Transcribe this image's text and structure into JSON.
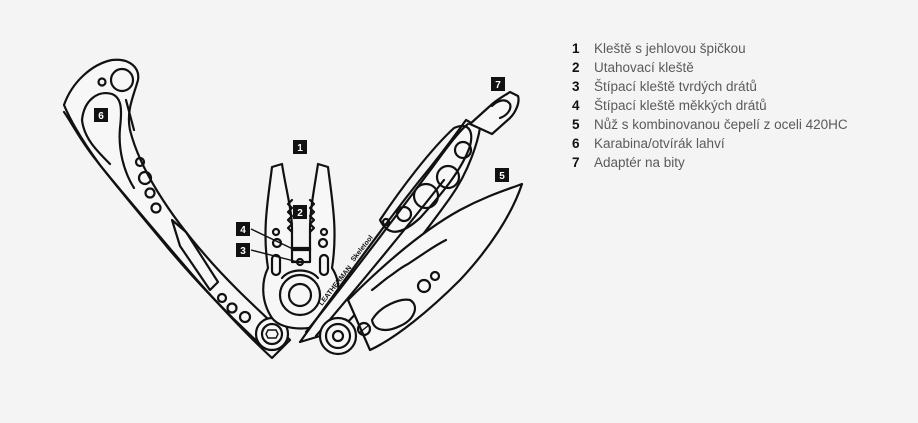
{
  "diagram": {
    "subject": "Leatherman Skeletool multi-tool",
    "brand_text": "LEATHERMAN",
    "model_text": "Skeletool",
    "callouts": [
      {
        "id": "1",
        "label": "1"
      },
      {
        "id": "2",
        "label": "2"
      },
      {
        "id": "3",
        "label": "3"
      },
      {
        "id": "4",
        "label": "4"
      },
      {
        "id": "5",
        "label": "5"
      },
      {
        "id": "6",
        "label": "6"
      },
      {
        "id": "7",
        "label": "7"
      }
    ]
  },
  "legend": {
    "items": [
      {
        "num": "1",
        "text": "Kleště s jehlovou špičkou"
      },
      {
        "num": "2",
        "text": "Utahovací kleště"
      },
      {
        "num": "3",
        "text": "Štípací kleště tvrdých drátů"
      },
      {
        "num": "4",
        "text": "Štípací kleště měkkých drátů"
      },
      {
        "num": "5",
        "text": "Nůž s kombinovanou čepelí z oceli 420HC"
      },
      {
        "num": "6",
        "text": "Karabina/otvírák lahví"
      },
      {
        "num": "7",
        "text": "Adaptér na bity"
      }
    ]
  },
  "colors": {
    "background": "#f4f4f4",
    "line": "#111111",
    "tag_bg": "#111111",
    "tag_text": "#ffffff",
    "legend_text": "#5a5a5a"
  }
}
